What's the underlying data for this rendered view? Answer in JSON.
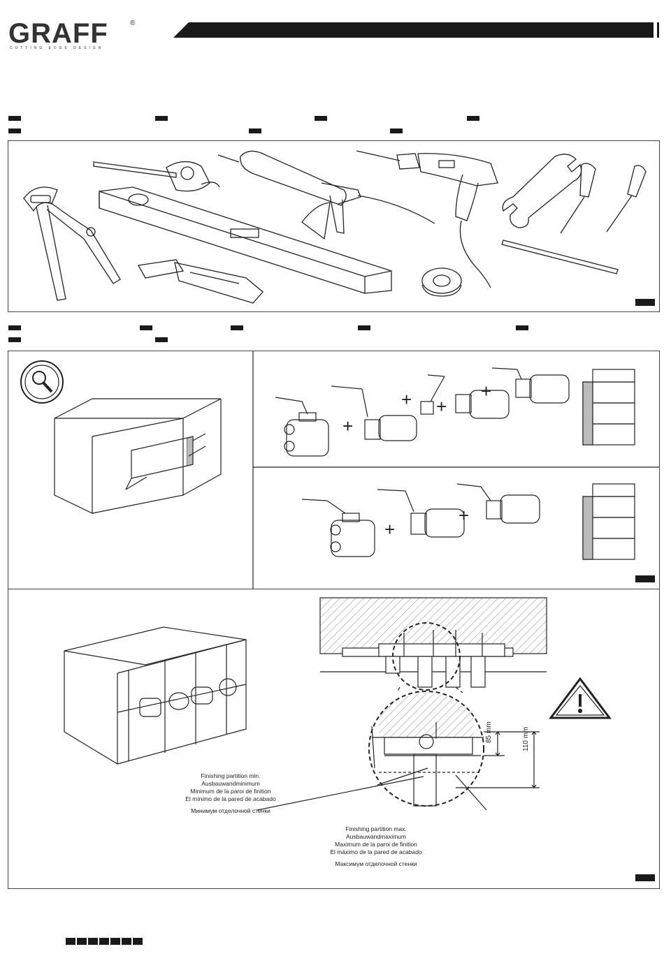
{
  "brand": {
    "logo": "GRAFF",
    "registered": "®",
    "tagline": "CUTTING EDGE DESIGN"
  },
  "dimensions": {
    "small": "85 mm",
    "large": "110 mm"
  },
  "labels": {
    "min": [
      "Finishing partition min.",
      "Ausbauwandminimum",
      "Minimum de la paroi de finition",
      "El mínimo de la pared de acabado",
      "",
      "Минимум отделочной стенки"
    ],
    "max": [
      "Finishing partition max.",
      "Ausbauwandmaximum",
      "Maximum de la paroi de finition",
      "El máximo de la pared de acabado",
      "",
      "Максимум отделочной стенки"
    ]
  },
  "colors": {
    "ink": "#1a1a1a",
    "line": "#333333",
    "hatch": "#888888"
  }
}
